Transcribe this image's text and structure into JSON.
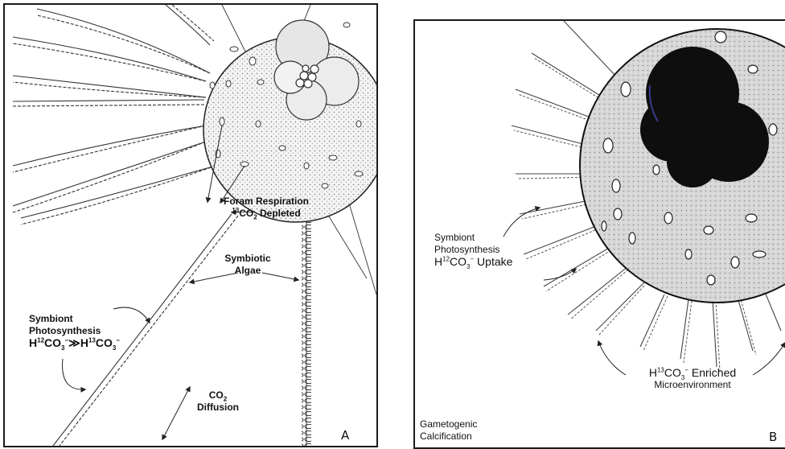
{
  "panel_a": {
    "letter": "A",
    "foram_respiration": {
      "line1": "Foram Respiration",
      "iso": "13",
      "species": "CO",
      "sub": "2",
      "rest": " Depleted"
    },
    "symbiotic_algae": {
      "line1": "Symbiotic",
      "line2": "Algae"
    },
    "symbiont_photosynthesis": {
      "line1": "Symbiont",
      "line2": "Photosynthesis",
      "formula": {
        "h1": "H",
        "iso1": "12",
        "co1": "CO",
        "sub1": "3",
        "sup1": "−",
        "op": "≫",
        "h2": "H",
        "iso2": "13",
        "co2": "CO",
        "sub2": "3",
        "sup2": "−"
      }
    },
    "co2_diffusion": {
      "species": "CO",
      "sub": "2",
      "line2": "Diffusion"
    }
  },
  "panel_b": {
    "letter": "B",
    "symbiont_photosynthesis": {
      "line1": "Symbiont",
      "line2": "Photosynthesis",
      "formula": {
        "h": "H",
        "iso": "12",
        "co": "CO",
        "sub": "3",
        "sup": "−",
        "rest": " Uptake"
      }
    },
    "enriched": {
      "h": "H",
      "iso": "13",
      "co": "CO",
      "sub": "3",
      "sup": "−",
      "rest": " Enriched",
      "line2": "Microenvironment"
    },
    "gametogenic": {
      "line1": "Gametogenic",
      "line2": "Calcification"
    }
  }
}
